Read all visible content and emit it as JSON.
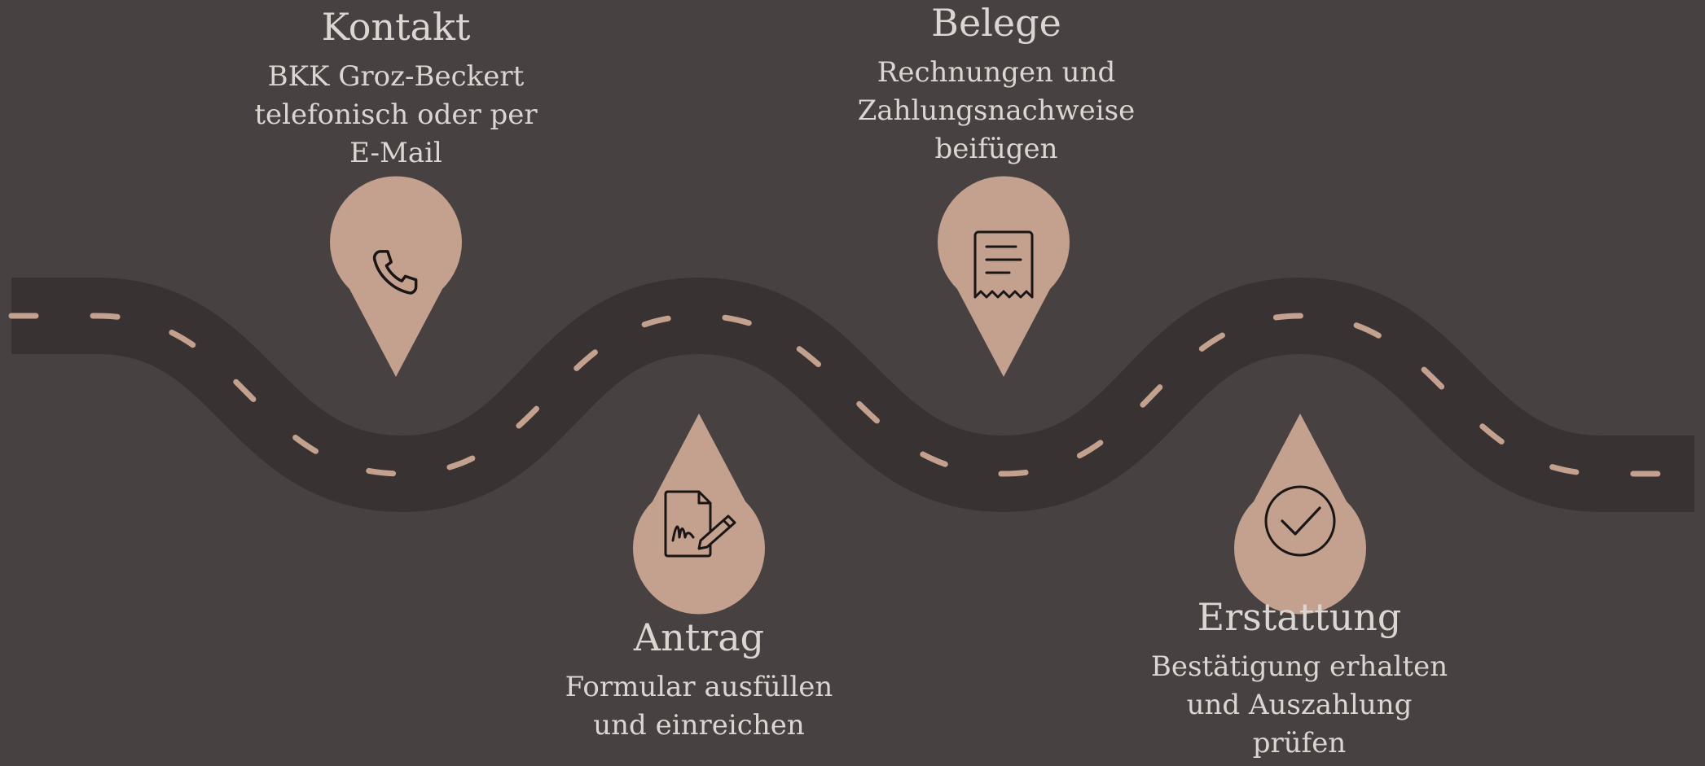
{
  "colors": {
    "background": "#474241",
    "road": "#383332",
    "road_dash": "#c4a08e",
    "marker": "#c4a08e",
    "icon_stroke": "#1a1616",
    "text": "#dcd6d2"
  },
  "steps": [
    {
      "title": "Kontakt",
      "description": "BKK Groz-Beckert\ntelefonisch oder per\nE-Mail",
      "icon": "phone-icon"
    },
    {
      "title": "Antrag",
      "description": "Formular ausfüllen\nund einreichen",
      "icon": "signed-document-icon"
    },
    {
      "title": "Belege",
      "description": "Rechnungen und\nZahlungsnachweise\nbeifügen",
      "icon": "receipt-icon"
    },
    {
      "title": "Erstattung",
      "description": "Bestätigung erhalten\nund Auszahlung\nprüfen",
      "icon": "check-circle-icon"
    }
  ]
}
